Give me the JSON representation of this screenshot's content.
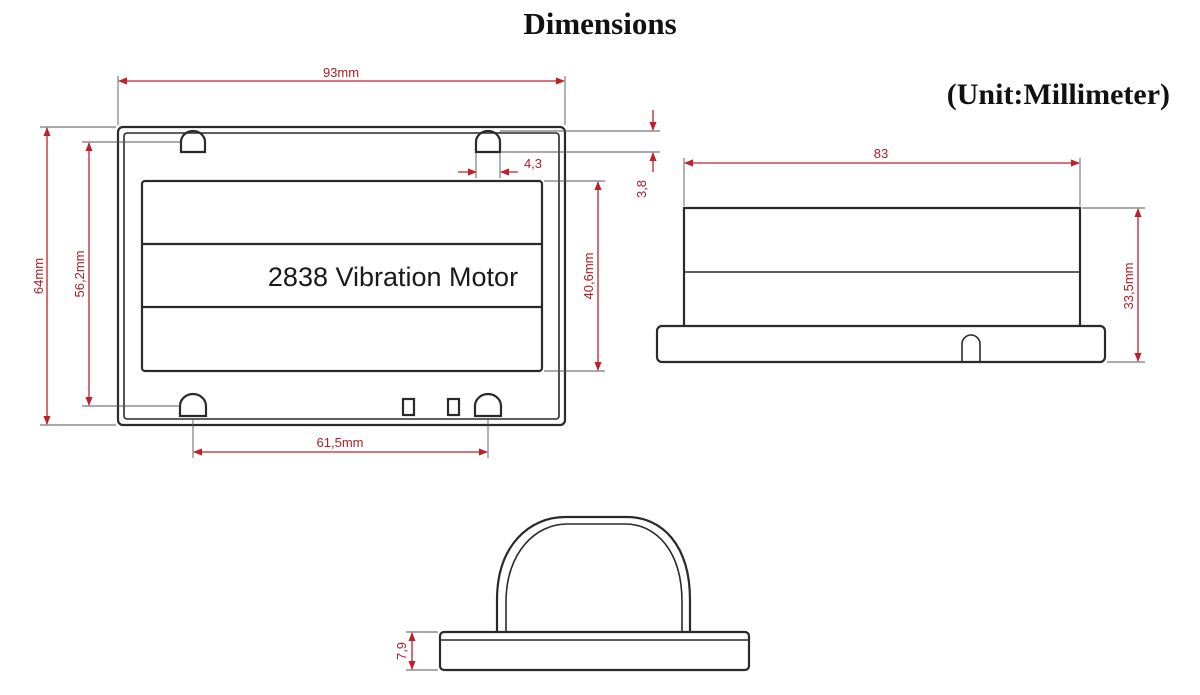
{
  "title": "Dimensions",
  "unit_note": "(Unit:Millimeter)",
  "product_label": "2838 Vibration Motor",
  "dimensions": {
    "overall_width": "93mm",
    "overall_height": "64mm",
    "inner_height": "56,2mm",
    "label_height": "40,6mm",
    "hole_spacing": "61,5mm",
    "hole_offset_x": "4,3",
    "hole_offset_y": "3,8",
    "side_length": "83",
    "side_height": "33,5mm",
    "base_thickness": "7,9"
  },
  "colors": {
    "dimension_line": "#c0202a",
    "outline": "#2a2a2a"
  }
}
